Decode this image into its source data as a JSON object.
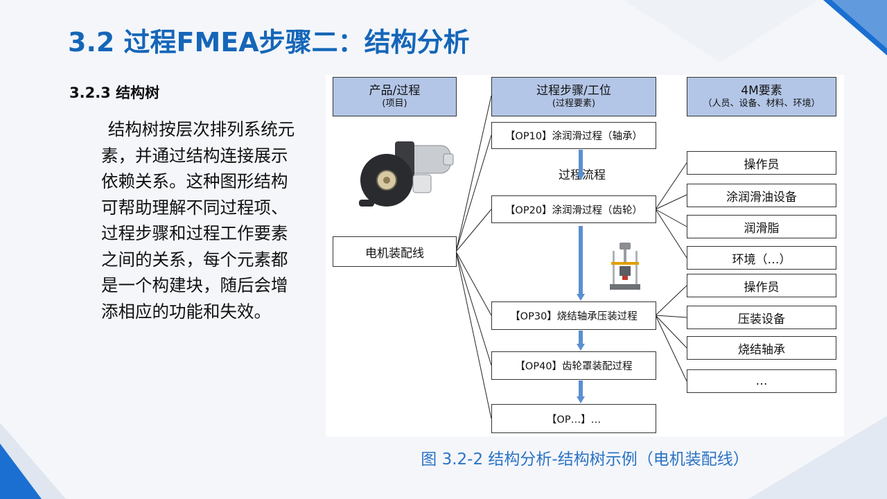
{
  "slide": {
    "title": "3.2 过程FMEA步骤二：结构分析",
    "subtitle": "3.2.3 结构树",
    "body": "结构树按层次排列系统元素，并通过结构连接展示依赖关系。这种图形结构可帮助理解不同过程项、过程步骤和过程工作要素之间的关系，每个元素都是一个构建块，随后会增添相应的功能和失效。",
    "caption": "图 3.2-2 结构分析-结构树示例（电机装配线）"
  },
  "tree": {
    "headers": {
      "product": {
        "line1": "产品/过程",
        "line2": "(项目)"
      },
      "process": {
        "line1": "过程步骤/工位",
        "line2": "(过程要素)"
      },
      "elements": {
        "line1": "4M要素",
        "line2": "（人员、设备、材料、环境）"
      }
    },
    "root": "电机装配线",
    "flow_label": "过程流程",
    "steps": [
      "【OP10】涂润滑过程（轴承）",
      "【OP20】涂润滑过程（齿轮）",
      "【OP30】烧结轴承压装过程",
      "【OP40】齿轮罩装配过程",
      "【OP…】…"
    ],
    "op20_elements": [
      "操作员",
      "涂润滑油设备",
      "润滑脂",
      "环境（…）"
    ],
    "op30_elements": [
      "操作员",
      "压装设备",
      "烧结轴承",
      "…"
    ],
    "images": {
      "motor": "motor-photo-icon",
      "press": "press-machine-icon"
    }
  },
  "colors": {
    "title": "#1566b8",
    "header_fill": "#b4c6e7",
    "arrow": "#5b8fd0",
    "caption": "#2b73c4",
    "accent_blue": "#1a6fd1"
  }
}
